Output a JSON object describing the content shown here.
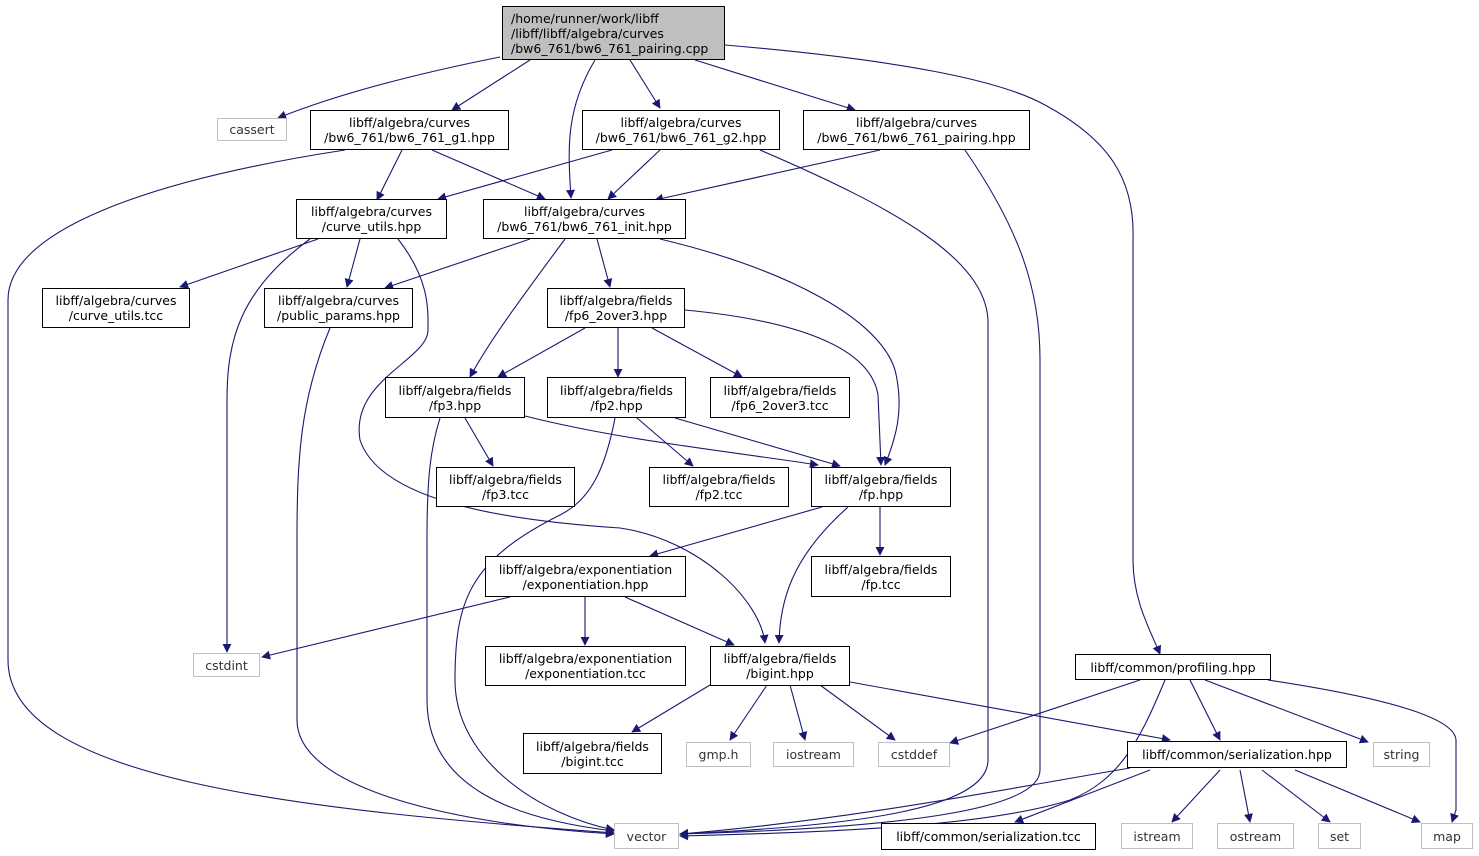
{
  "colors": {
    "edge": "#191970",
    "node_border": "#000000",
    "external_border": "#bfbfbf",
    "root_fill": "#bfbfbf"
  },
  "nodes": {
    "root": [
      "/home/runner/work/libff",
      "/libff/libff/algebra/curves",
      "/bw6_761/bw6_761_pairing.cpp"
    ],
    "cassert": [
      "cassert"
    ],
    "g1": [
      "libff/algebra/curves",
      "/bw6_761/bw6_761_g1.hpp"
    ],
    "g2": [
      "libff/algebra/curves",
      "/bw6_761/bw6_761_g2.hpp"
    ],
    "pairing_hpp": [
      "libff/algebra/curves",
      "/bw6_761/bw6_761_pairing.hpp"
    ],
    "curve_utils": [
      "libff/algebra/curves",
      "/curve_utils.hpp"
    ],
    "init": [
      "libff/algebra/curves",
      "/bw6_761/bw6_761_init.hpp"
    ],
    "curve_utils_tcc": [
      "libff/algebra/curves",
      "/curve_utils.tcc"
    ],
    "public_params": [
      "libff/algebra/curves",
      "/public_params.hpp"
    ],
    "fp6": [
      "libff/algebra/fields",
      "/fp6_2over3.hpp"
    ],
    "fp3": [
      "libff/algebra/fields",
      "/fp3.hpp"
    ],
    "fp2": [
      "libff/algebra/fields",
      "/fp2.hpp"
    ],
    "fp6_tcc": [
      "libff/algebra/fields",
      "/fp6_2over3.tcc"
    ],
    "fp3_tcc": [
      "libff/algebra/fields",
      "/fp3.tcc"
    ],
    "fp2_tcc": [
      "libff/algebra/fields",
      "/fp2.tcc"
    ],
    "fp": [
      "libff/algebra/fields",
      "/fp.hpp"
    ],
    "exp": [
      "libff/algebra/exponentiation",
      "/exponentiation.hpp"
    ],
    "fp_tcc": [
      "libff/algebra/fields",
      "/fp.tcc"
    ],
    "cstdint": [
      "cstdint"
    ],
    "exp_tcc": [
      "libff/algebra/exponentiation",
      "/exponentiation.tcc"
    ],
    "bigint": [
      "libff/algebra/fields",
      "/bigint.hpp"
    ],
    "profiling": [
      "libff/common/profiling.hpp"
    ],
    "bigint_tcc": [
      "libff/algebra/fields",
      "/bigint.tcc"
    ],
    "gmp": [
      "gmp.h"
    ],
    "iostream": [
      "iostream"
    ],
    "cstddef": [
      "cstddef"
    ],
    "serialization": [
      "libff/common/serialization.hpp"
    ],
    "string": [
      "string"
    ],
    "vector": [
      "vector"
    ],
    "serialization_tcc": [
      "libff/common/serialization.tcc"
    ],
    "istream": [
      "istream"
    ],
    "ostream": [
      "ostream"
    ],
    "set": [
      "set"
    ],
    "map": [
      "map"
    ]
  }
}
